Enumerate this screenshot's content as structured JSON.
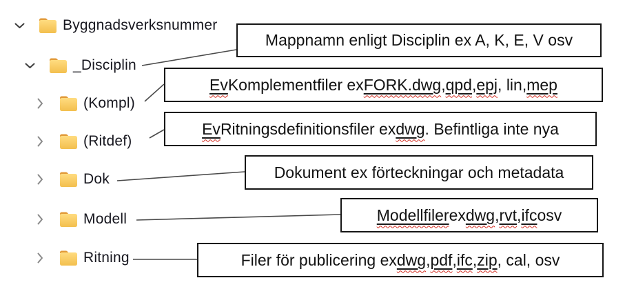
{
  "tree": {
    "items": [
      {
        "label": "Byggnadsverksnummer",
        "depth": 0,
        "state": "expanded"
      },
      {
        "label": "_Disciplin",
        "depth": 1,
        "state": "expanded"
      },
      {
        "label": "(Kompl)",
        "depth": 2,
        "state": "collapsed"
      },
      {
        "label": "(Ritdef)",
        "depth": 2,
        "state": "collapsed"
      },
      {
        "label": "Dok",
        "depth": 2,
        "state": "collapsed"
      },
      {
        "label": "Modell",
        "depth": 2,
        "state": "collapsed"
      },
      {
        "label": "Ritning",
        "depth": 2,
        "state": "collapsed"
      }
    ]
  },
  "callouts": [
    {
      "text": "Mappnamn enligt Disciplin ex A, K, E, V osv",
      "target": "_Disciplin",
      "segments": [
        {
          "t": "Mappnamn enligt Disciplin ex A, K, E, V osv"
        }
      ]
    },
    {
      "text": "Ev Komplementfiler ex FORK.dwg, qpd, epj, lin, mep",
      "target": "(Kompl)",
      "segments": [
        {
          "t": "Ev",
          "m": true
        },
        {
          "t": " Komplementfiler ex "
        },
        {
          "t": "FORK.dwg",
          "m": true
        },
        {
          "t": ", "
        },
        {
          "t": "qpd",
          "m": true
        },
        {
          "t": ", "
        },
        {
          "t": "epj",
          "m": true
        },
        {
          "t": ", lin, "
        },
        {
          "t": "mep",
          "m": true
        }
      ]
    },
    {
      "text": "Ev Ritningsdefinitionsfiler ex dwg. Befintliga inte nya",
      "target": "(Ritdef)",
      "segments": [
        {
          "t": "Ev",
          "m": true
        },
        {
          "t": " Ritningsdefinitionsfiler ex "
        },
        {
          "t": "dwg",
          "m": true
        },
        {
          "t": ". Befintliga inte nya"
        }
      ]
    },
    {
      "text": "Dokument ex förteckningar och metadata",
      "target": "Dok",
      "segments": [
        {
          "t": "Dokument ex förteckningar och metadata"
        }
      ]
    },
    {
      "text": "Modellfiler ex dwg, rvt, ifc osv",
      "target": "Modell",
      "segments": [
        {
          "t": "Modellfiler",
          "m": true
        },
        {
          "t": " ex "
        },
        {
          "t": "dwg",
          "m": true
        },
        {
          "t": ", "
        },
        {
          "t": "rvt",
          "m": true
        },
        {
          "t": ", "
        },
        {
          "t": "ifc",
          "m": true
        },
        {
          "t": " osv"
        }
      ]
    },
    {
      "text": "Filer för publicering ex dwg, pdf, ifc, zip, cal, osv",
      "target": "Ritning",
      "segments": [
        {
          "t": "Filer för publicering ex "
        },
        {
          "t": "dwg",
          "m": true
        },
        {
          "t": ", "
        },
        {
          "t": "pdf",
          "m": true
        },
        {
          "t": ", "
        },
        {
          "t": "ifc",
          "m": true
        },
        {
          "t": ", "
        },
        {
          "t": "zip",
          "m": true
        },
        {
          "t": ", cal, osv"
        }
      ]
    }
  ],
  "colors": {
    "folder_tab": "#E29B3A",
    "folder_body_top": "#FFDC80",
    "folder_body_bottom": "#F3BF4E",
    "squiggle_red": "#D42A1E",
    "box_border": "#161616",
    "tree_text": "#17171F",
    "connector": "#4A4A4A",
    "chevron_expanded": "#3D3D3D",
    "chevron_collapsed": "#8A8A8A"
  }
}
